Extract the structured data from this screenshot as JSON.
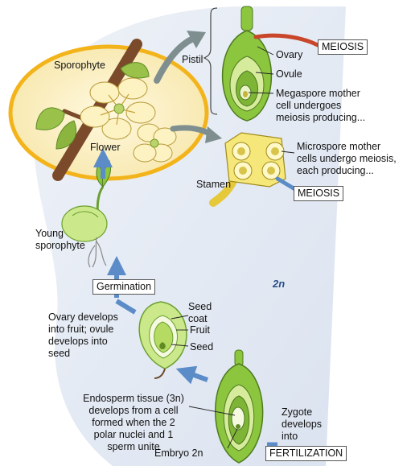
{
  "labels": {
    "sporophyte": "Sporophyte",
    "flower": "Flower",
    "pistil": "Pistil",
    "ovary": "Ovary",
    "ovule": "Ovule",
    "megaspore": "Megaspore mother cell undergoes meiosis producing...",
    "megaspore_lines": [
      "Megaspore mother",
      "cell undergoes",
      "meiosis producing..."
    ],
    "meiosis_top": "MEIOSIS",
    "microspore_lines": [
      "Microspore mother",
      "cells undergo meiosis,",
      "each producing..."
    ],
    "stamen": "Stamen",
    "meiosis_mid": "MEIOSIS",
    "young_sporophyte_lines": [
      "Young",
      "sporophyte"
    ],
    "germination": "Germination",
    "ploidy_2n": "2n",
    "ovary_develops_lines": [
      "Ovary develops",
      "into fruit; ovule",
      "develops into",
      "seed"
    ],
    "seed_coat_lines": [
      "Seed",
      "coat"
    ],
    "fruit": "Fruit",
    "seed": "Seed",
    "endosperm_lines": [
      "Endosperm tissue (3n)",
      "develops from a cell",
      "formed when the 2",
      "polar nuclei and 1",
      "sperm unite"
    ],
    "zygote_lines": [
      "Zygote",
      "develops",
      "into"
    ],
    "embryo": "Embryo 2n",
    "fertilization": "FERTILIZATION"
  },
  "colors": {
    "diploid_background": "#dfe6f3",
    "sporophyte_oval_fill": "#fbf0c8",
    "sporophyte_oval_stroke": "#f3b41b",
    "arrow_blue": "#5b8cc8",
    "arrow_gray": "#7f8f8f",
    "meiosis_red": "#c9462a",
    "tissue_green": "#8cc63f",
    "tissue_light": "#d6ec9c",
    "branch_brown": "#7a4a2a",
    "stamen_yellow": "#f6e77a"
  }
}
